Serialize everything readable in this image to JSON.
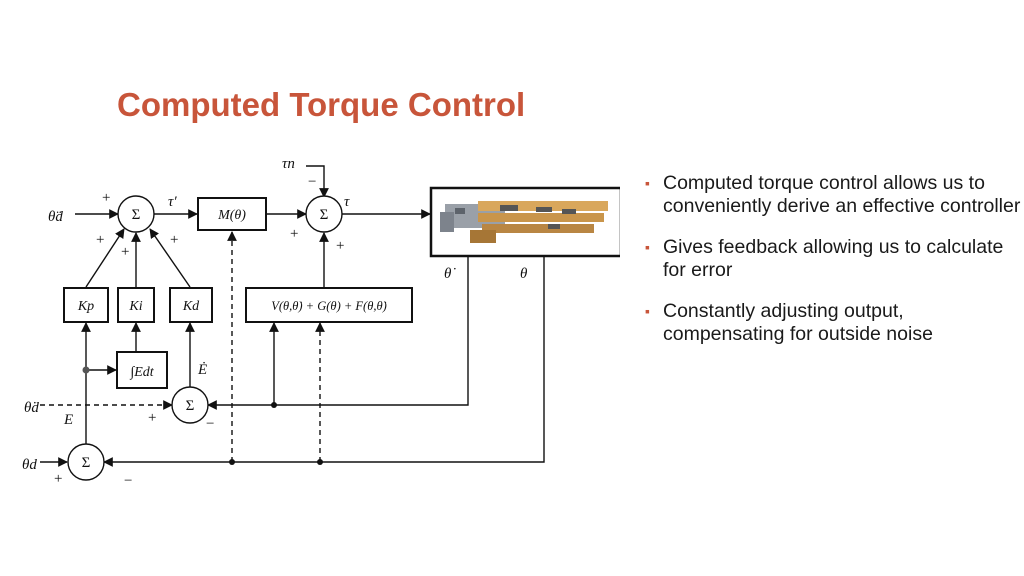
{
  "slide": {
    "title": "Computed Torque Control",
    "accent_color": "#c8553a"
  },
  "diagram": {
    "signals": {
      "theta_dd_d": "θ̈d",
      "theta_dot_d": "θ̇d",
      "theta_d": "θd",
      "tau_prime": "τ′",
      "tau": "τ",
      "tau_n": "τn",
      "E": "E",
      "E_dot": "Ė",
      "theta_dot": "θ̇",
      "theta": "θ"
    },
    "blocks": {
      "inertia": "M(θ)",
      "nonlinear": "V(θ,θ̇) + G(θ) + F(θ,θ̇)",
      "kp": "Kp",
      "ki": "Ki",
      "kd": "Kd",
      "integral": "∫Edt"
    },
    "sum_symbol": "Σ",
    "signs": {
      "plus": "+",
      "minus": "−"
    },
    "plant_image": "robotic-hand-icon"
  },
  "bullets": {
    "marker": "▪",
    "items": [
      "Computed torque control allows us to conveniently derive an effective controller",
      "Gives feedback allowing us to calculate for error",
      "Constantly adjusting output, compensating for outside noise"
    ]
  }
}
